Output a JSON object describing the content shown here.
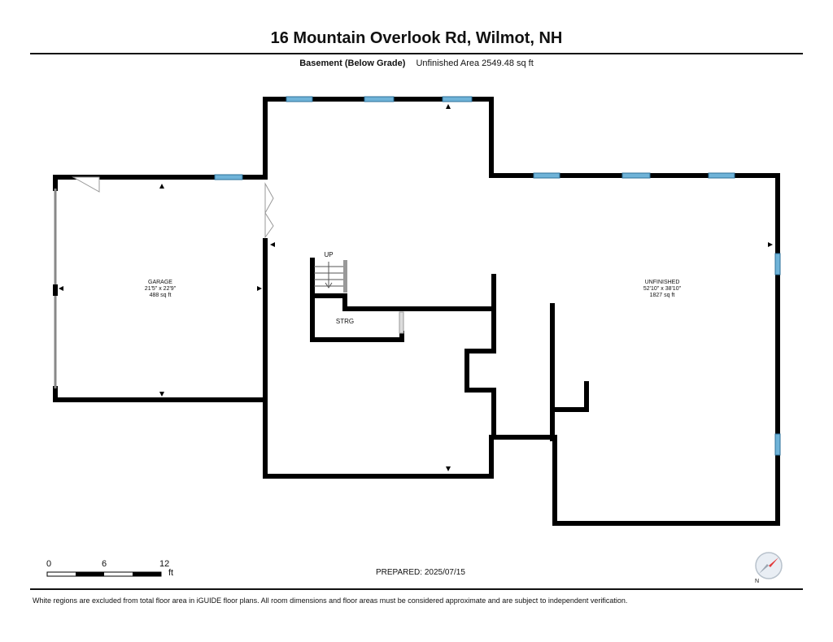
{
  "header": {
    "title": "16 Mountain Overlook Rd, Wilmot, NH",
    "level_name": "Basement (Below Grade)",
    "area_label": "Unfinished Area 2549.48 sq ft"
  },
  "rooms": {
    "garage": {
      "name": "GARAGE",
      "dims": "21'5\" x 22'9\"",
      "area": "488 sq ft"
    },
    "unfinished": {
      "name": "UNFINISHED",
      "dims": "52'10\" x 38'10\"",
      "area": "1827 sq ft"
    },
    "storage": {
      "name": "STRG"
    },
    "stairs": {
      "label": "UP"
    }
  },
  "scale": {
    "ticks": [
      "0",
      "6",
      "12"
    ],
    "unit": "ft"
  },
  "footer": {
    "prepared": "PREPARED: 2025/07/15",
    "disclaimer": "White regions are excluded from total floor area in iGUIDE floor plans. All room dimensions and floor areas must be considered approximate and are subject to independent verification."
  },
  "compass": {
    "label": "N"
  },
  "colors": {
    "wall": "#000000",
    "window": "#6fb3d8",
    "door": "#bbbbbb"
  }
}
